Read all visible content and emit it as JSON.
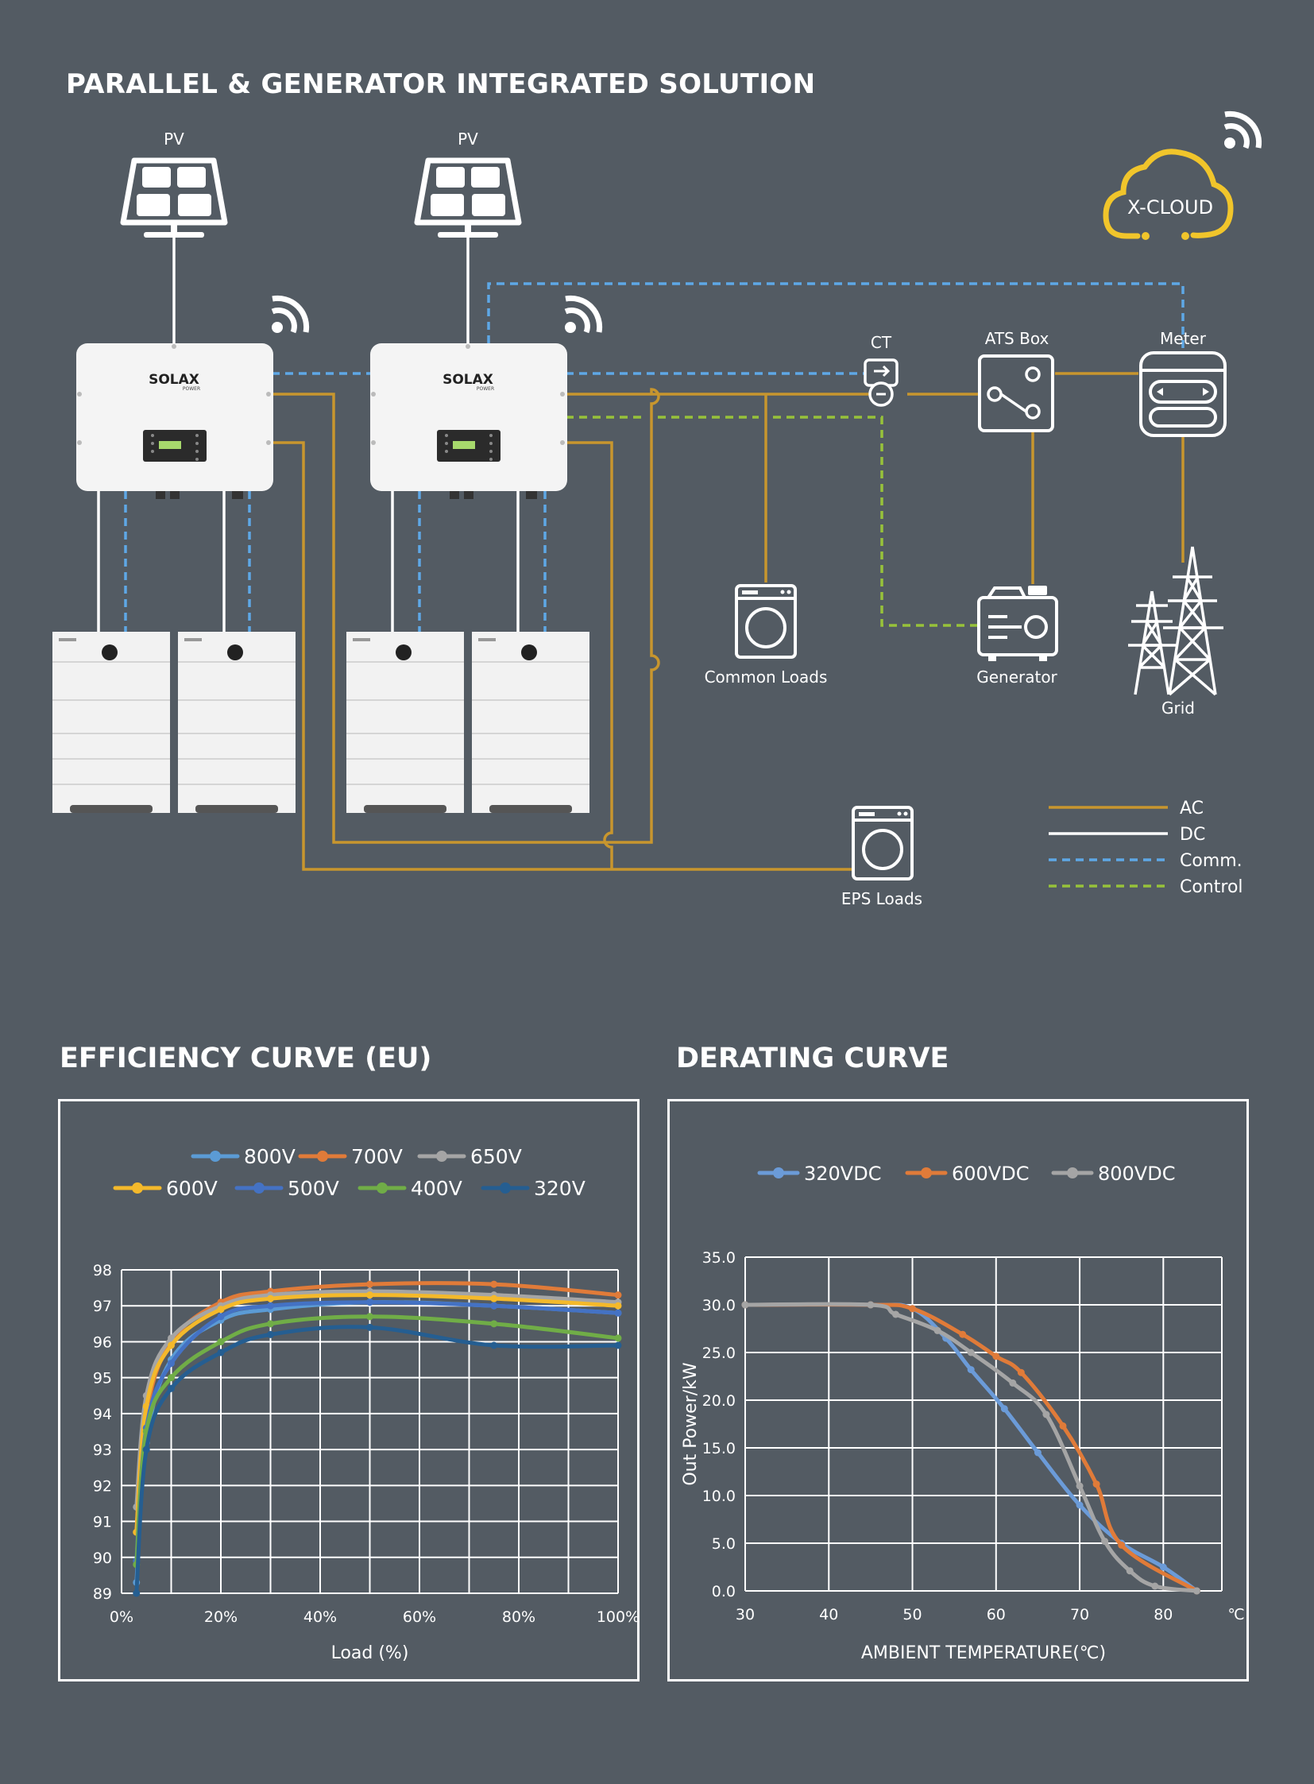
{
  "page": {
    "title": "PARALLEL & GENERATOR INTEGRATED SOLUTION"
  },
  "diagram": {
    "pv_labels": [
      "PV",
      "PV"
    ],
    "inverter_brand": "SOLAX",
    "inverter_brand_sub": "POWER",
    "cloud_label": "X-CLOUD",
    "ct_label": "CT",
    "ats_label": "ATS Box",
    "meter_label": "Meter",
    "common_loads_label": "Common Loads",
    "generator_label": "Generator",
    "grid_label": "Grid",
    "eps_loads_label": "EPS Loads",
    "legend": [
      {
        "label": "AC",
        "color": "#c8962e"
      },
      {
        "label": "DC",
        "color": "#ffffff"
      },
      {
        "label": "Comm.",
        "color": "#5ea8e6"
      },
      {
        "label": "Control",
        "color": "#97c23a"
      }
    ]
  },
  "efficiency_chart": {
    "title": "EFFICIENCY CURVE (EU)"
  },
  "derating_chart": {
    "title": "DERATING CURVE"
  },
  "chart_data": [
    {
      "type": "line",
      "title": "EFFICIENCY CURVE (EU)",
      "xlabel": "Load (%)",
      "ylabel": "",
      "xlim": [
        0,
        100
      ],
      "ylim": [
        89,
        98
      ],
      "xticks": [
        "0%",
        "20%",
        "40%",
        "60%",
        "80%",
        "100%"
      ],
      "xtick_values": [
        0,
        20,
        40,
        60,
        80,
        100
      ],
      "yticks": [
        "89",
        "90",
        "91",
        "92",
        "93",
        "94",
        "95",
        "96",
        "97",
        "98"
      ],
      "ytick_values": [
        89,
        90,
        91,
        92,
        93,
        94,
        95,
        96,
        97,
        98
      ],
      "x": [
        3,
        5,
        10,
        20,
        30,
        50,
        75,
        100
      ],
      "legend_position": "top",
      "series": [
        {
          "name": "800V",
          "color": "#5b9bd5",
          "values": [
            89.3,
            93.2,
            95.5,
            96.6,
            96.9,
            97.1,
            97.0,
            96.8
          ]
        },
        {
          "name": "700V",
          "color": "#e07b39",
          "values": [
            90.7,
            94.0,
            96.0,
            97.1,
            97.4,
            97.6,
            97.6,
            97.3
          ]
        },
        {
          "name": "650V",
          "color": "#a5a5a5",
          "values": [
            91.4,
            94.5,
            96.1,
            97.0,
            97.3,
            97.4,
            97.3,
            97.1
          ]
        },
        {
          "name": "600V",
          "color": "#f4b92b",
          "values": [
            90.7,
            94.2,
            95.9,
            96.9,
            97.2,
            97.3,
            97.2,
            97.0
          ]
        },
        {
          "name": "500V",
          "color": "#4472c4",
          "values": [
            89.9,
            93.6,
            95.4,
            96.7,
            97.0,
            97.1,
            97.0,
            96.8
          ]
        },
        {
          "name": "400V",
          "color": "#70ad47",
          "values": [
            89.8,
            93.5,
            95.0,
            96.0,
            96.5,
            96.7,
            96.5,
            96.1
          ]
        },
        {
          "name": "320V",
          "color": "#255e91",
          "values": [
            89.0,
            93.0,
            94.7,
            95.7,
            96.2,
            96.4,
            95.9,
            95.9
          ]
        }
      ]
    },
    {
      "type": "line",
      "title": "DERATING CURVE",
      "xlabel": "AMBIENT TEMPERATURE(℃)",
      "ylabel": "Out Power/kW",
      "xlim": [
        30,
        87
      ],
      "ylim": [
        0,
        35
      ],
      "xticks": [
        "30",
        "40",
        "50",
        "60",
        "70",
        "80"
      ],
      "xtick_values": [
        30,
        40,
        50,
        60,
        70,
        80
      ],
      "x_unit_label": "℃",
      "yticks": [
        "0.0",
        "5.0",
        "10.0",
        "15.0",
        "20.0",
        "25.0",
        "30.0",
        "35.0"
      ],
      "ytick_values": [
        0,
        5,
        10,
        15,
        20,
        25,
        30,
        35
      ],
      "legend_position": "top",
      "series": [
        {
          "name": "320VDC",
          "color": "#6b9bd8",
          "x": [
            30,
            45,
            50,
            54,
            57,
            61,
            65,
            70,
            75,
            80,
            84
          ],
          "values": [
            30,
            30,
            29.6,
            26.5,
            23.2,
            19.1,
            14.5,
            9.0,
            5.0,
            2.5,
            0
          ]
        },
        {
          "name": "600VDC",
          "color": "#e07b39",
          "x": [
            30,
            45,
            50,
            56,
            60,
            63,
            68,
            72,
            75,
            84
          ],
          "values": [
            30,
            30,
            29.6,
            26.9,
            24.6,
            22.9,
            17.3,
            11.2,
            4.8,
            0
          ]
        },
        {
          "name": "800VDC",
          "color": "#a5a5a5",
          "x": [
            30,
            45,
            48,
            53,
            57,
            62,
            66,
            70,
            73,
            76,
            79,
            84
          ],
          "values": [
            30,
            30,
            29.0,
            27.3,
            25.0,
            21.8,
            18.5,
            11.0,
            5.2,
            2.1,
            0.5,
            0
          ]
        }
      ]
    }
  ]
}
